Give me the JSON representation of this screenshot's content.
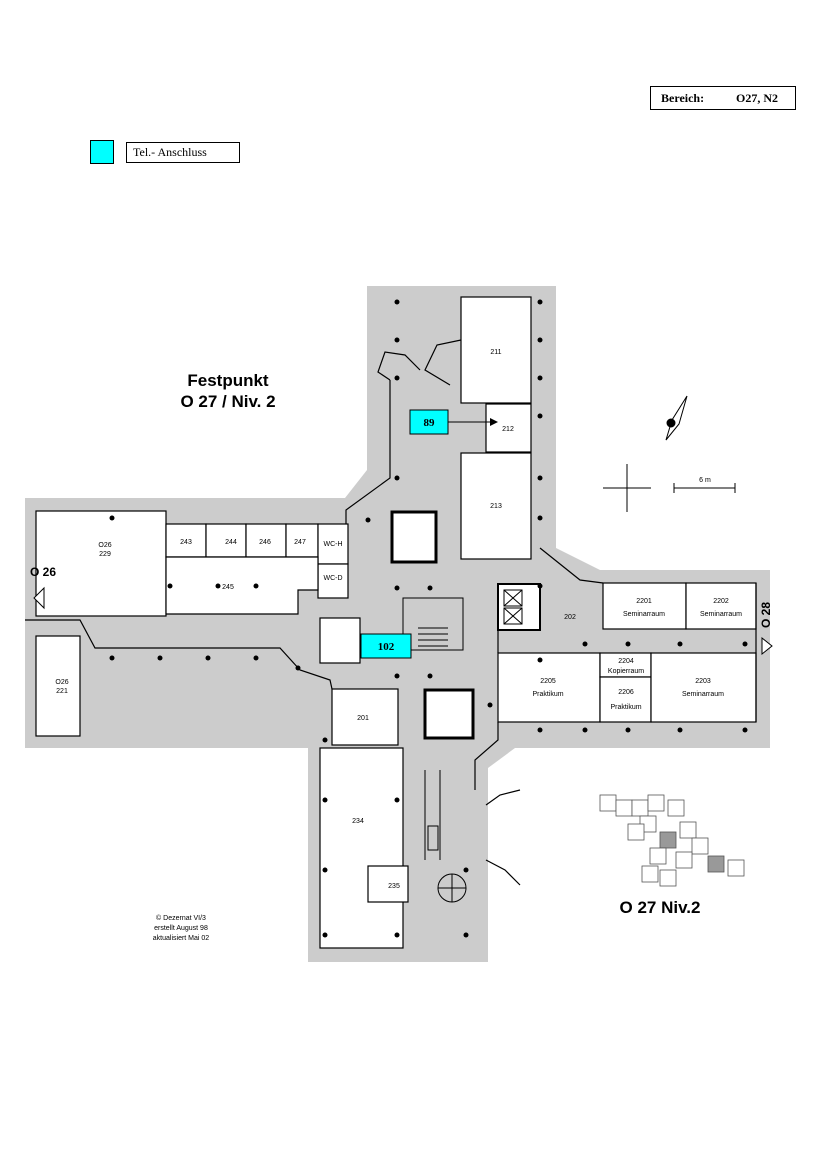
{
  "header": {
    "bereich_label": "Bereich:",
    "bereich_value": "O27, N2"
  },
  "legend": {
    "label": "Tel.- Anschluss",
    "color": "#00ffff"
  },
  "title": {
    "line1": "Festpunkt",
    "line2": "O 27 / Niv. 2"
  },
  "building_labels": {
    "left": "O 26",
    "right": "O 28",
    "bottom": "O 27 Niv.2"
  },
  "scale_label": "6 m",
  "credits": {
    "line1": "© Dezernat VI/3",
    "line2": "erstellt August 98",
    "line3": "aktualisiert Mai 02"
  },
  "markers": [
    {
      "label": "89"
    },
    {
      "label": "102"
    }
  ],
  "rooms": {
    "r211": "211",
    "r212": "212",
    "r213": "213",
    "r243": "243",
    "r244": "244",
    "r246": "246",
    "r247": "247",
    "wch": "WC-H",
    "wcd": "WC-D",
    "r245": "245",
    "o26_229_a": "O26",
    "o26_229_b": "229",
    "o26_221_a": "O26",
    "o26_221_b": "221",
    "r202": "202",
    "r2201": "2201",
    "r2201_name": "Seminarraum",
    "r2202": "2202",
    "r2202_name": "Seminarraum",
    "r2205": "2205",
    "r2205_name": "Praktikum",
    "r2204": "2204",
    "r2204_name": "Kopierraum",
    "r2206": "2206",
    "r2206_name": "Praktikum",
    "r2203": "2203",
    "r2203_name": "Seminarraum",
    "r201": "201",
    "r234": "234",
    "r235": "235"
  },
  "colors": {
    "floor": "#cccccc",
    "line": "#000000",
    "phone": "#00ffff"
  }
}
